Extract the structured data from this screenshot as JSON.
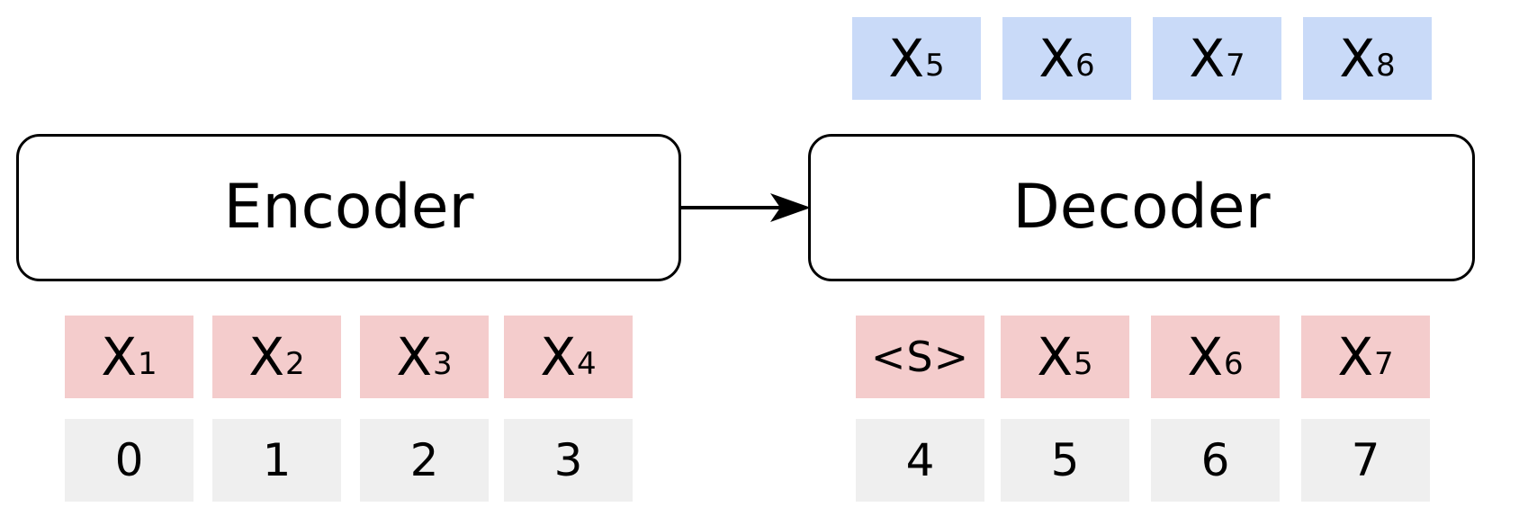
{
  "decoder_outputs": [
    {
      "base": "X",
      "sub": "5"
    },
    {
      "base": "X",
      "sub": "6"
    },
    {
      "base": "X",
      "sub": "7"
    },
    {
      "base": "X",
      "sub": "8"
    }
  ],
  "encoder": {
    "label": "Encoder"
  },
  "decoder": {
    "label": "Decoder"
  },
  "encoder_inputs": [
    {
      "base": "X",
      "sub": "1"
    },
    {
      "base": "X",
      "sub": "2"
    },
    {
      "base": "X",
      "sub": "3"
    },
    {
      "base": "X",
      "sub": "4"
    }
  ],
  "decoder_inputs": {
    "start_token": "<S>",
    "tokens": [
      {
        "base": "X",
        "sub": "5"
      },
      {
        "base": "X",
        "sub": "6"
      },
      {
        "base": "X",
        "sub": "7"
      }
    ]
  },
  "positions": {
    "encoder": [
      "0",
      "1",
      "2",
      "3"
    ],
    "decoder": [
      "4",
      "5",
      "6",
      "7"
    ]
  },
  "colors": {
    "input_token_fill": "#f4cccc",
    "output_token_fill": "#c9daf8",
    "position_fill": "#efefef",
    "stroke": "#000000"
  }
}
